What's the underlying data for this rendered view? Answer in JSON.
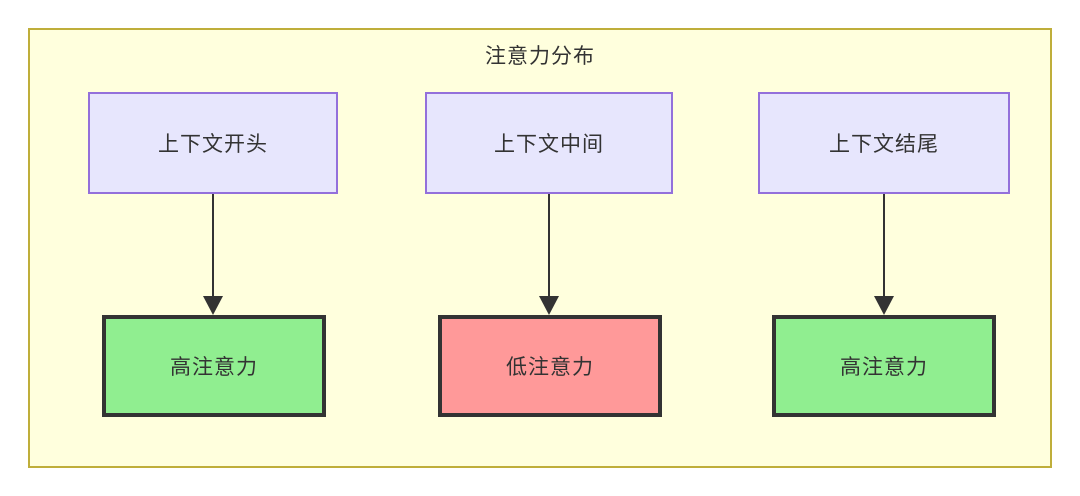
{
  "diagram": {
    "title": "注意力分布",
    "background_color": "#ffffdd",
    "border_color": "#bfae3a",
    "top_nodes": [
      {
        "label": "上下文开头",
        "fill": "#e7e6fd",
        "stroke": "#9370db"
      },
      {
        "label": "上下文中间",
        "fill": "#e7e6fd",
        "stroke": "#9370db"
      },
      {
        "label": "上下文结尾",
        "fill": "#e7e6fd",
        "stroke": "#9370db"
      }
    ],
    "bottom_nodes": [
      {
        "label": "高注意力",
        "fill": "#90ee90",
        "stroke": "#333333"
      },
      {
        "label": "低注意力",
        "fill": "#ff9999",
        "stroke": "#333333"
      },
      {
        "label": "高注意力",
        "fill": "#90ee90",
        "stroke": "#333333"
      }
    ],
    "edges": [
      {
        "from": "上下文开头",
        "to": "高注意力",
        "arrow": "down"
      },
      {
        "from": "上下文中间",
        "to": "低注意力",
        "arrow": "down"
      },
      {
        "from": "上下文结尾",
        "to": "高注意力",
        "arrow": "down"
      }
    ]
  }
}
